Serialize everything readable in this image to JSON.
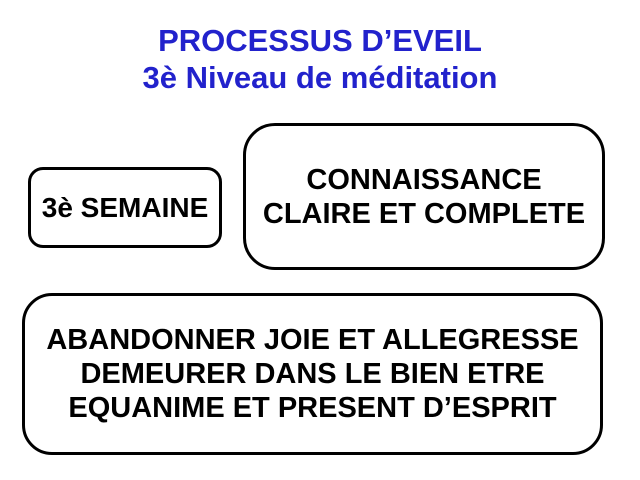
{
  "title": {
    "line1": "PROCESSUS D’EVEIL",
    "line2": "3è Niveau de méditation"
  },
  "boxes": {
    "week": {
      "lines": [
        "3è SEMAINE"
      ]
    },
    "knowledge": {
      "lines": [
        "CONNAISSANCE",
        "CLAIRE ET COMPLETE"
      ]
    },
    "practice": {
      "lines": [
        "ABANDONNER JOIE ET ALLEGRESSE",
        "DEMEURER DANS LE BIEN ETRE",
        "EQUANIME ET PRESENT D’ESPRIT"
      ]
    }
  },
  "colors": {
    "background": "#FFFFFF",
    "title_text": "#2222CC",
    "box_border": "#000000",
    "box_text": "#000000"
  }
}
